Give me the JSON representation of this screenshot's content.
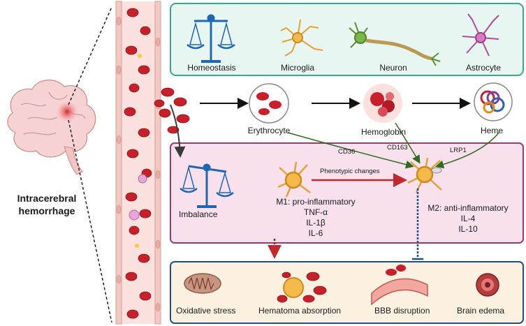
{
  "title_line1": "Intracerebral",
  "title_line2": "hemorrhage",
  "top_panel": [
    "Homeostasis",
    "Microglia",
    "Neuron",
    "Astrocyte"
  ],
  "pathway": [
    "Erythrocyte",
    "Hemoglobin",
    "Heme"
  ],
  "receptors": [
    "CD36",
    "CD163",
    "LRP1"
  ],
  "middle_panel": {
    "imbalance": "Imbalance",
    "phenotypic": "Phenotypic changes",
    "m1": [
      "M1: pro-inflammatory",
      "TNF-α",
      "IL-1β",
      "IL-6"
    ],
    "m2": [
      "M2: anti-inflammatory",
      "IL-4",
      "IL-10"
    ]
  },
  "bottom_panel": [
    "Oxidative stress",
    "Hematoma absorption",
    "BBB disruption",
    "Brain edema"
  ],
  "colors": {
    "top_border": "#3aa58f",
    "top_fill": "#e8f6f2",
    "mid_border": "#9c3b6b",
    "mid_fill": "#f8e1ec",
    "bot_border": "#1f4f86",
    "bot_fill": "#fcf1e0",
    "vessel": "#f2c9c4",
    "rbc": "#c8202a",
    "microglia": "#f5a623"
  }
}
